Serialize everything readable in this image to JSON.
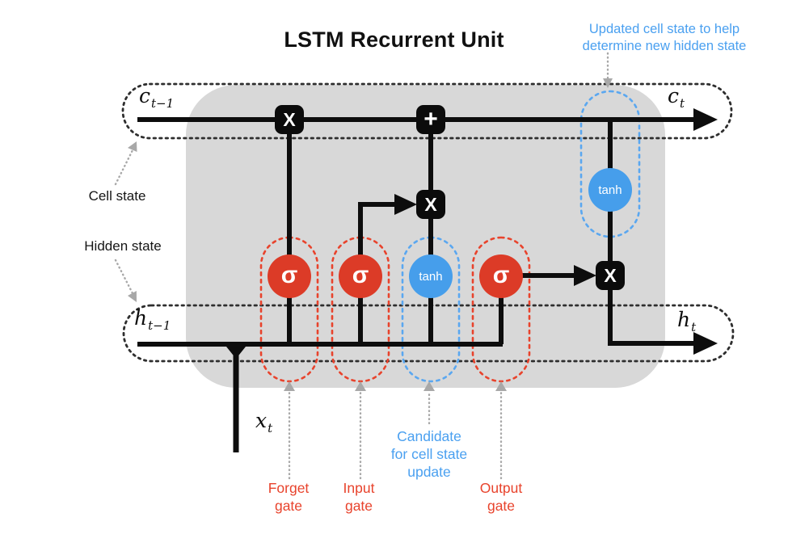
{
  "title": "LSTM Recurrent Unit",
  "annotations": {
    "updated_cell_state": "Updated cell state to help\ndetermine new hidden state",
    "cell_state": "Cell state",
    "hidden_state": "Hidden state",
    "forget_gate": "Forget\ngate",
    "input_gate": "Input\ngate",
    "candidate": "Candidate\nfor cell state\nupdate",
    "output_gate": "Output\ngate"
  },
  "labels": {
    "c_prev": {
      "base": "c",
      "sub": "t−1"
    },
    "c_t": {
      "base": "c",
      "sub": "t"
    },
    "h_prev": {
      "base": "h",
      "sub": "t−1"
    },
    "h_t": {
      "base": "h",
      "sub": "t"
    },
    "x_t": {
      "base": "x",
      "sub": "t"
    }
  },
  "nodes": {
    "forget_gate_sigma": "σ",
    "input_gate_sigma": "σ",
    "candidate_tanh": "tanh",
    "output_gate_sigma": "σ",
    "new_cell_tanh": "tanh",
    "forget_multiply": "x",
    "cell_add": "+",
    "input_multiply": "x",
    "output_multiply": "x"
  },
  "colors": {
    "gate_red": "#dc3b27",
    "tanh_blue": "#469eeb",
    "outline_red": "#e8432c",
    "outline_blue": "#5aa7f0",
    "label_red": "#e8432c",
    "label_blue": "#4aa0f0",
    "body_gray": "#d8d8d8",
    "guide_gray": "#a8a8a8",
    "wire_black": "#0d0d0d"
  }
}
